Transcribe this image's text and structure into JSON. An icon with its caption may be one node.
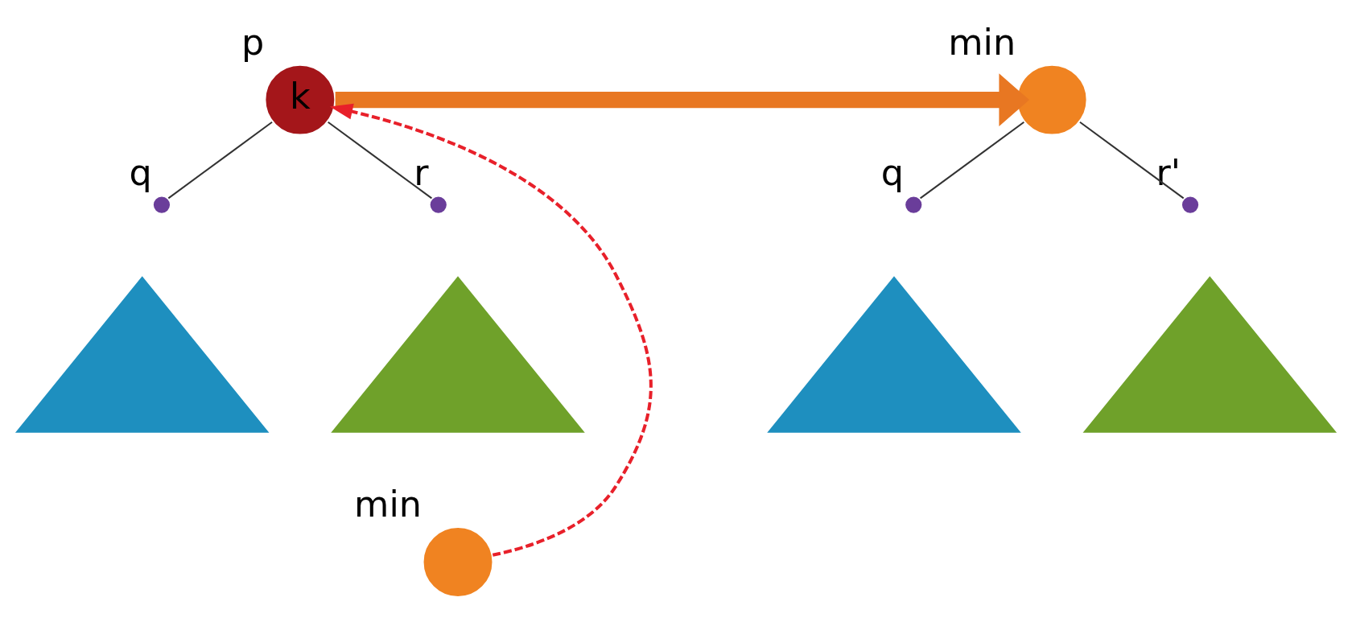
{
  "diagram": {
    "nodes": [
      {
        "text": [
          "k"
        ],
        "beside": [
          "p"
        ]
      },
      {
        "text": [],
        "shape": "circle",
        "beside": [
          "q"
        ]
      },
      {
        "text": [],
        "shape": "triangle"
      },
      {
        "text": [],
        "shape": "circle",
        "beside": [
          "r"
        ]
      },
      {
        "text": [],
        "shape": "triangle"
      },
      {
        "text": [],
        "shape": "circle",
        "beside": [
          "min"
        ]
      },
      {
        "text": [],
        "shape": "circle",
        "beside": [
          "min"
        ]
      },
      {
        "text": [],
        "shape": "circle",
        "beside": [
          "q"
        ]
      },
      {
        "text": [],
        "shape": "triangle"
      },
      {
        "text": [],
        "shape": "circle",
        "beside": [
          "r'"
        ]
      },
      {
        "text": [],
        "shape": "triangle"
      }
    ],
    "edges": [
      {
        "from": 0,
        "to": 1,
        "arrow": "none"
      },
      {
        "from": 0,
        "to": 3,
        "arrow": "none"
      },
      {
        "from": 5,
        "to": 0,
        "arrow": "to",
        "style": "dashed",
        "color": "#e8202a"
      },
      {
        "from": 0,
        "to": 6,
        "arrow": "to",
        "style": "thick",
        "color": "#e87722"
      },
      {
        "from": 6,
        "to": 7,
        "arrow": "none"
      },
      {
        "from": 6,
        "to": 9,
        "arrow": "none"
      }
    ]
  }
}
